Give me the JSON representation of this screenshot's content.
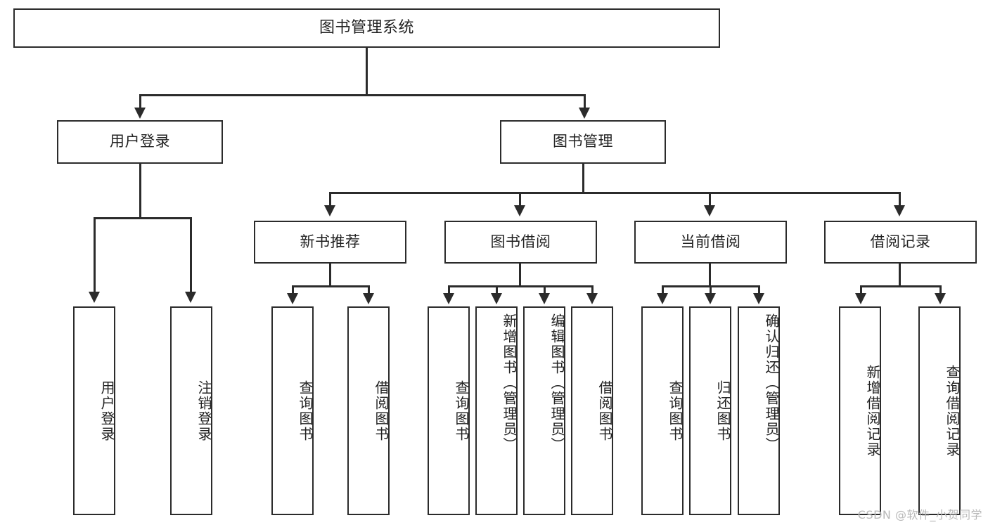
{
  "diagram": {
    "title": "图书管理系统",
    "type": "tree-hierarchy-chart",
    "root": {
      "label": "图书管理系统"
    },
    "level2": [
      {
        "label": "用户登录"
      },
      {
        "label": "图书管理"
      }
    ],
    "level3": [
      {
        "label": "新书推荐"
      },
      {
        "label": "图书借阅"
      },
      {
        "label": "当前借阅"
      },
      {
        "label": "借阅记录"
      }
    ],
    "leaves": {
      "user_login": [
        {
          "label": "用户登录"
        },
        {
          "label": "注销登录"
        }
      ],
      "new_book_recommend": [
        {
          "label": "查询图书"
        },
        {
          "label": "借阅图书"
        }
      ],
      "book_borrow": [
        {
          "label": "查询图书"
        },
        {
          "label": "新增图书（管理员）"
        },
        {
          "label": "编辑图书（管理员）"
        },
        {
          "label": "借阅图书"
        }
      ],
      "current_borrow": [
        {
          "label": "查询图书"
        },
        {
          "label": "归还图书"
        },
        {
          "label": "确认归还（管理员）"
        }
      ],
      "borrow_record": [
        {
          "label": "新增借阅记录"
        },
        {
          "label": "查询借阅记录"
        }
      ]
    }
  },
  "watermark": {
    "text": "CSDN @软件_小贺同学"
  },
  "colors": {
    "border": "#2b2b2b",
    "background": "#ffffff",
    "text": "#222222",
    "watermark": "#b9b9b9"
  }
}
